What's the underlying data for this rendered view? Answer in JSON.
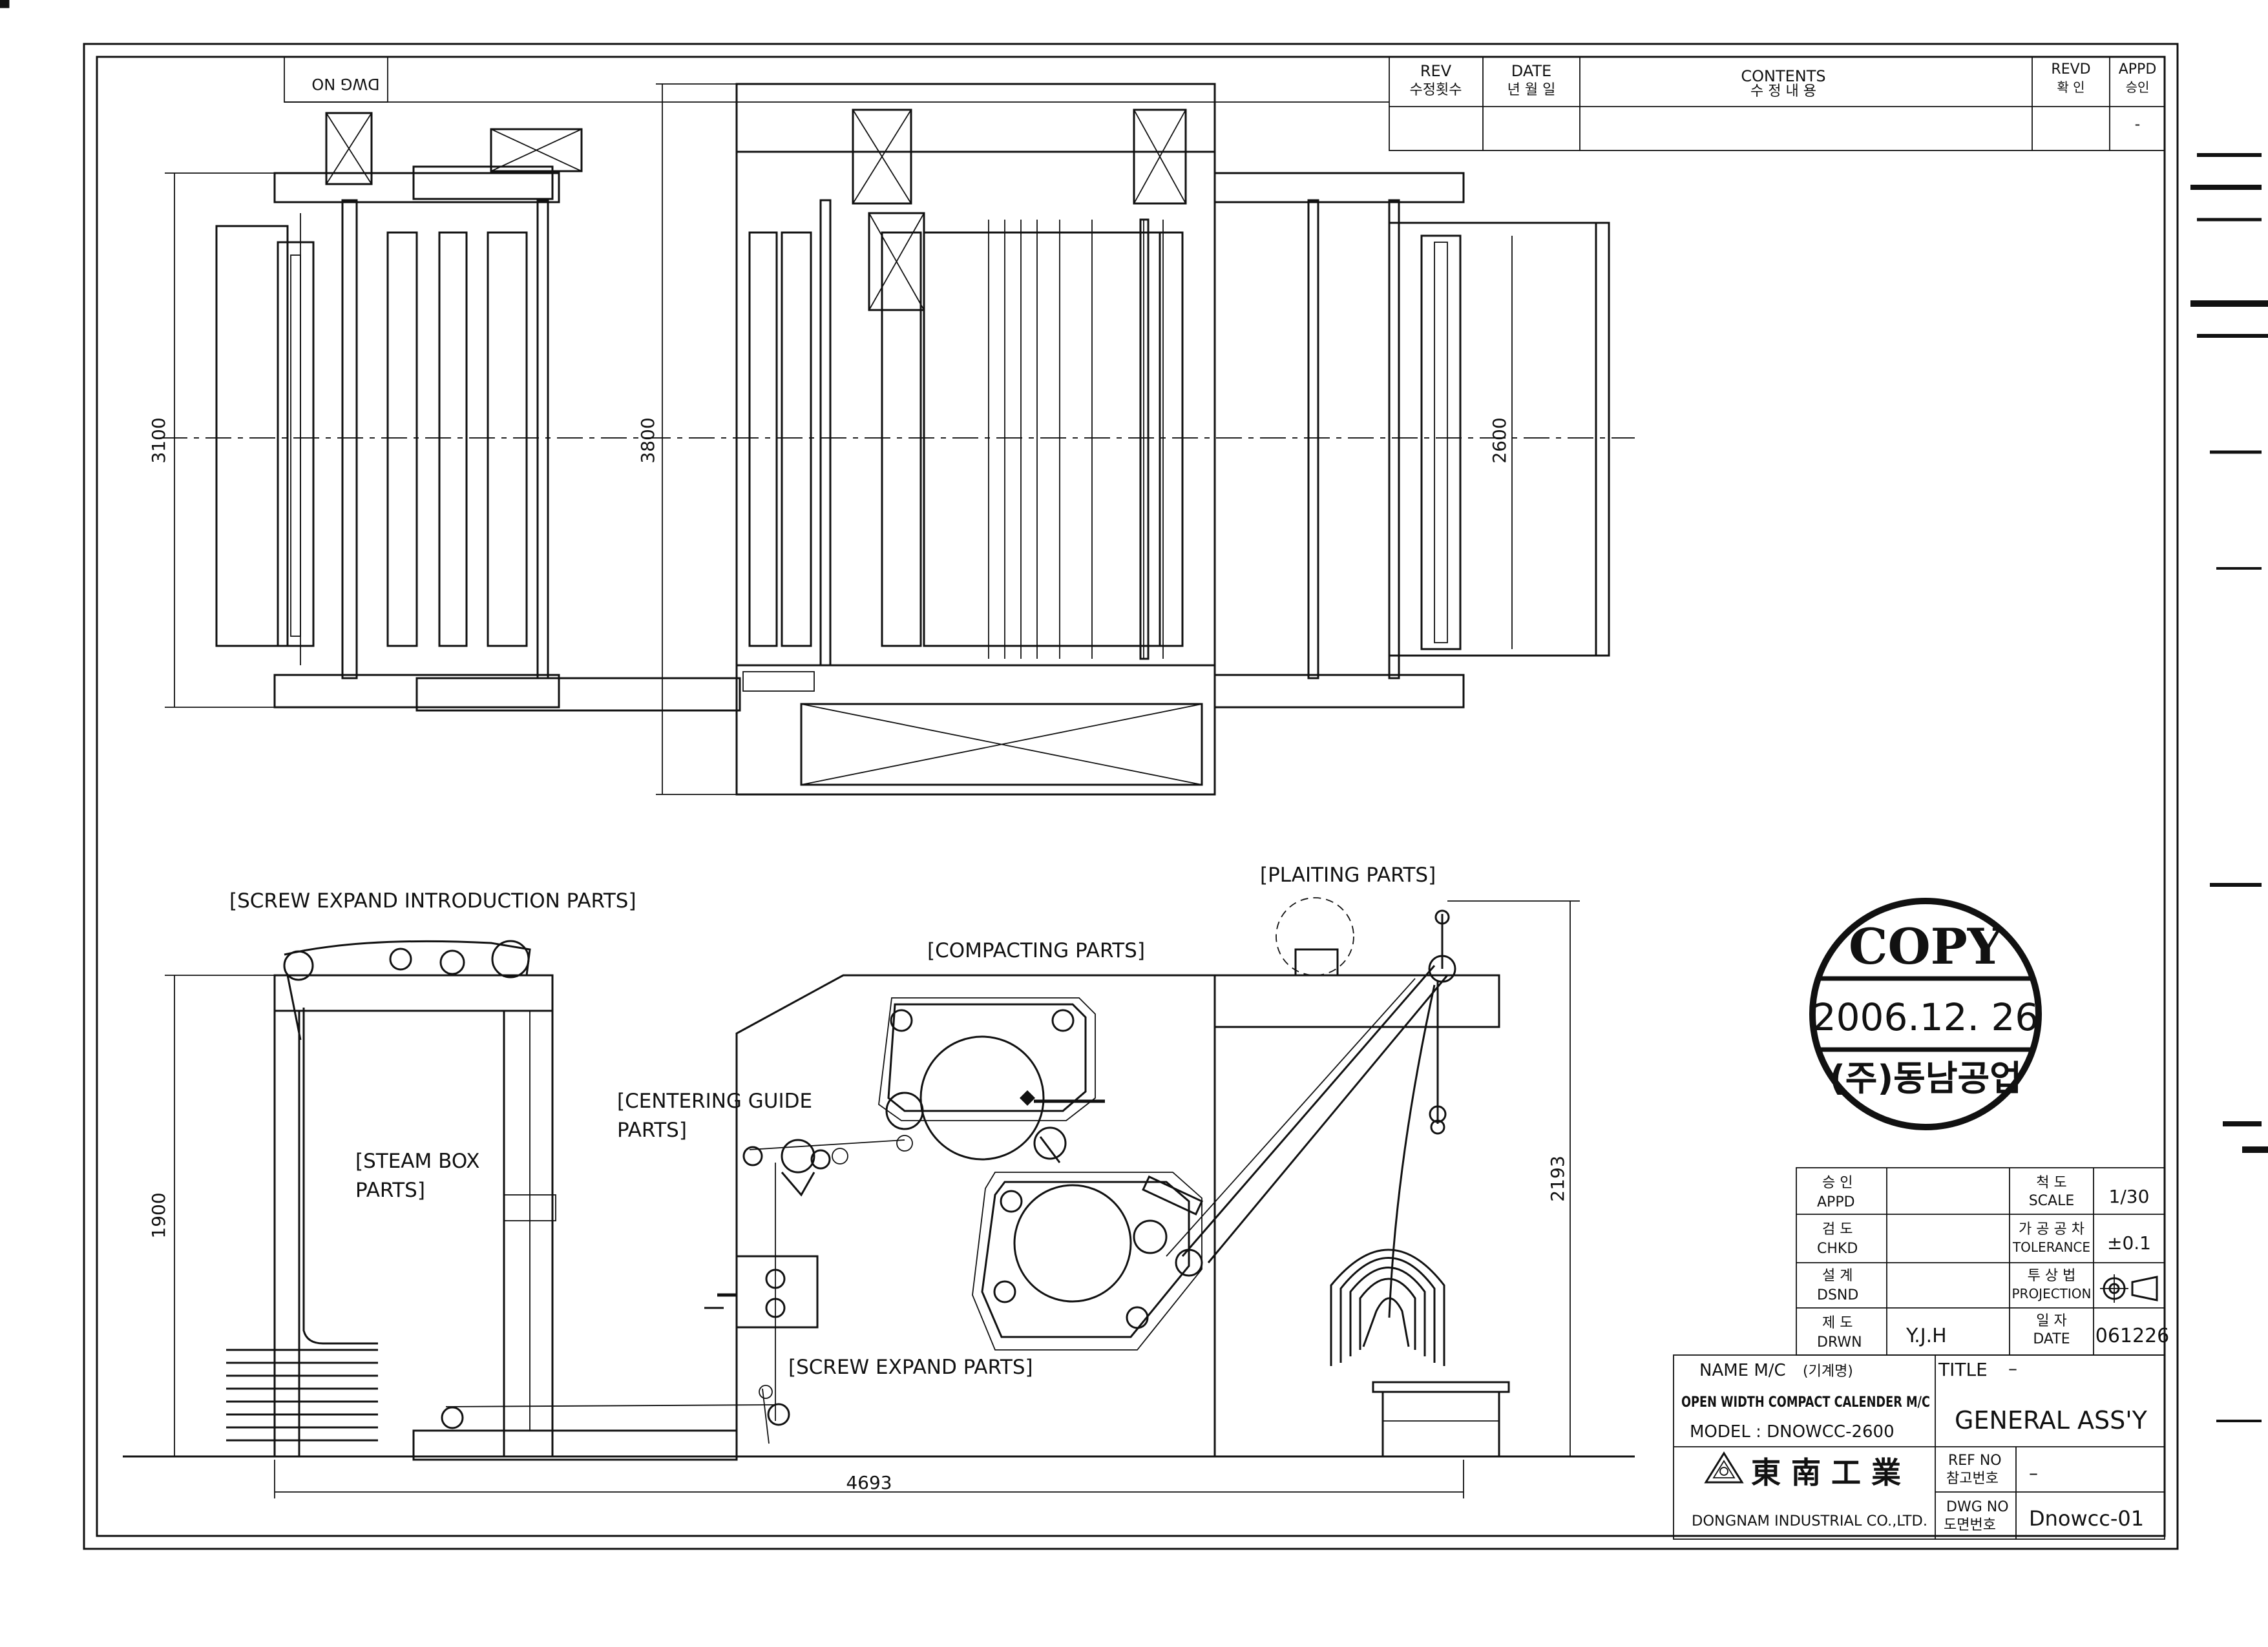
{
  "revision_block": {
    "dwg_no_label": "DWG NO",
    "rev_label": "REV",
    "rev_label_kr": "수정횟수",
    "date_label": "DATE",
    "date_label_kr": "년 월 일",
    "contents_label": "CONTENTS",
    "contents_label_kr": "수 정 내 용",
    "revd_label": "REVD",
    "revd_label_kr": "확 인",
    "appd_label": "APPD",
    "appd_label_kr": "승인",
    "appd_value": "-"
  },
  "dimensions": {
    "top_left_width": "3100",
    "top_center_width": "3800",
    "top_right_width": "2600",
    "side_height_left": "1900",
    "side_height_right": "2193",
    "overall_length": "4693"
  },
  "part_labels": {
    "screw_intro": "[SCREW EXPAND INTRODUCTION PARTS]",
    "plaiting": "[PLAITING PARTS]",
    "compacting": "[COMPACTING PARTS]",
    "centering_1": "[CENTERING GUIDE",
    "centering_2": "PARTS]",
    "steam_1": "[STEAM BOX",
    "steam_2": "PARTS]",
    "screw_expand": "[SCREW EXPAND PARTS]"
  },
  "stamp": {
    "title": "COPY",
    "date": "2006.12. 26",
    "company": "(주)동남공업"
  },
  "title_block": {
    "appd_kr": "승 인",
    "appd": "APPD",
    "chkd_kr": "검 도",
    "chkd": "CHKD",
    "dsnd_kr": "설 계",
    "dsnd": "DSND",
    "drwn_kr": "제 도",
    "drwn": "DRWN",
    "drwn_value": "Y.J.H",
    "scale_kr": "척 도",
    "scale": "SCALE",
    "scale_value": "1/30",
    "tolerance_kr": "가 공 공 차",
    "tolerance": "TOLERANCE",
    "tolerance_value": "±0.1",
    "projection_kr": "투 상 법",
    "projection": "PROJECTION",
    "date_kr": "일 자",
    "date": "DATE",
    "date_value": "061226",
    "name_mc": "NAME M/C",
    "name_mc_kr": "(기계명)",
    "machine_name": "OPEN WIDTH COMPACT CALENDER M/C",
    "model": "MODEL : DNOWCC-2600",
    "title_label": "TITLE",
    "title_dash": "–",
    "title_value": "GENERAL ASS'Y",
    "company_cjk": "東 南 工 業",
    "company_en": "DONGNAM INDUSTRIAL CO.,LTD.",
    "ref_no": "REF NO",
    "ref_no_kr": "참고번호",
    "ref_no_value": "–",
    "dwg_no": "DWG NO",
    "dwg_no_kr": "도면번호",
    "dwg_no_value": "Dnowcc-01"
  }
}
